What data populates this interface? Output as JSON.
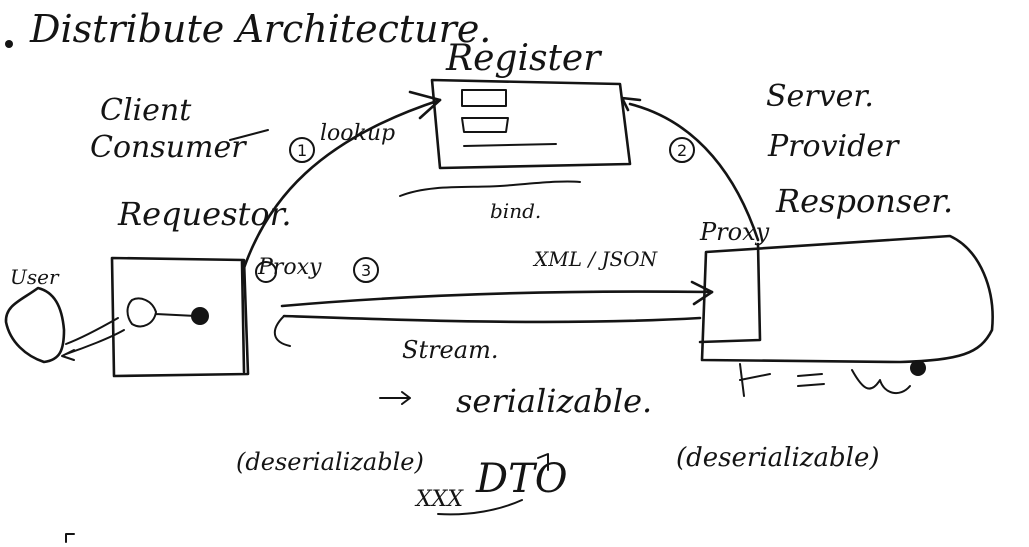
{
  "canvas": {
    "background": "#ffffff",
    "ink_color": "#141414"
  },
  "labels": {
    "title": "Distribute Architecture.",
    "client": "Client",
    "consumer": "Consumer",
    "requestor": "Requestor.",
    "user": "User",
    "lookup": "lookup",
    "proxy_left": "Proxy",
    "register": "Register",
    "bind": "bind.",
    "server": "Server.",
    "provider": "Provider",
    "responser": "Responser.",
    "proxy_right": "Proxy",
    "protocol": "XML / JSON",
    "stream": "Stream.",
    "serializable": "serializable.",
    "deserializable_left": "(deserializable)",
    "deserializable_right": "(deserializable)",
    "dto": "DTO",
    "xxx": "XXX",
    "circle_1": "1",
    "circle_2": "2",
    "circle_3": "3"
  }
}
